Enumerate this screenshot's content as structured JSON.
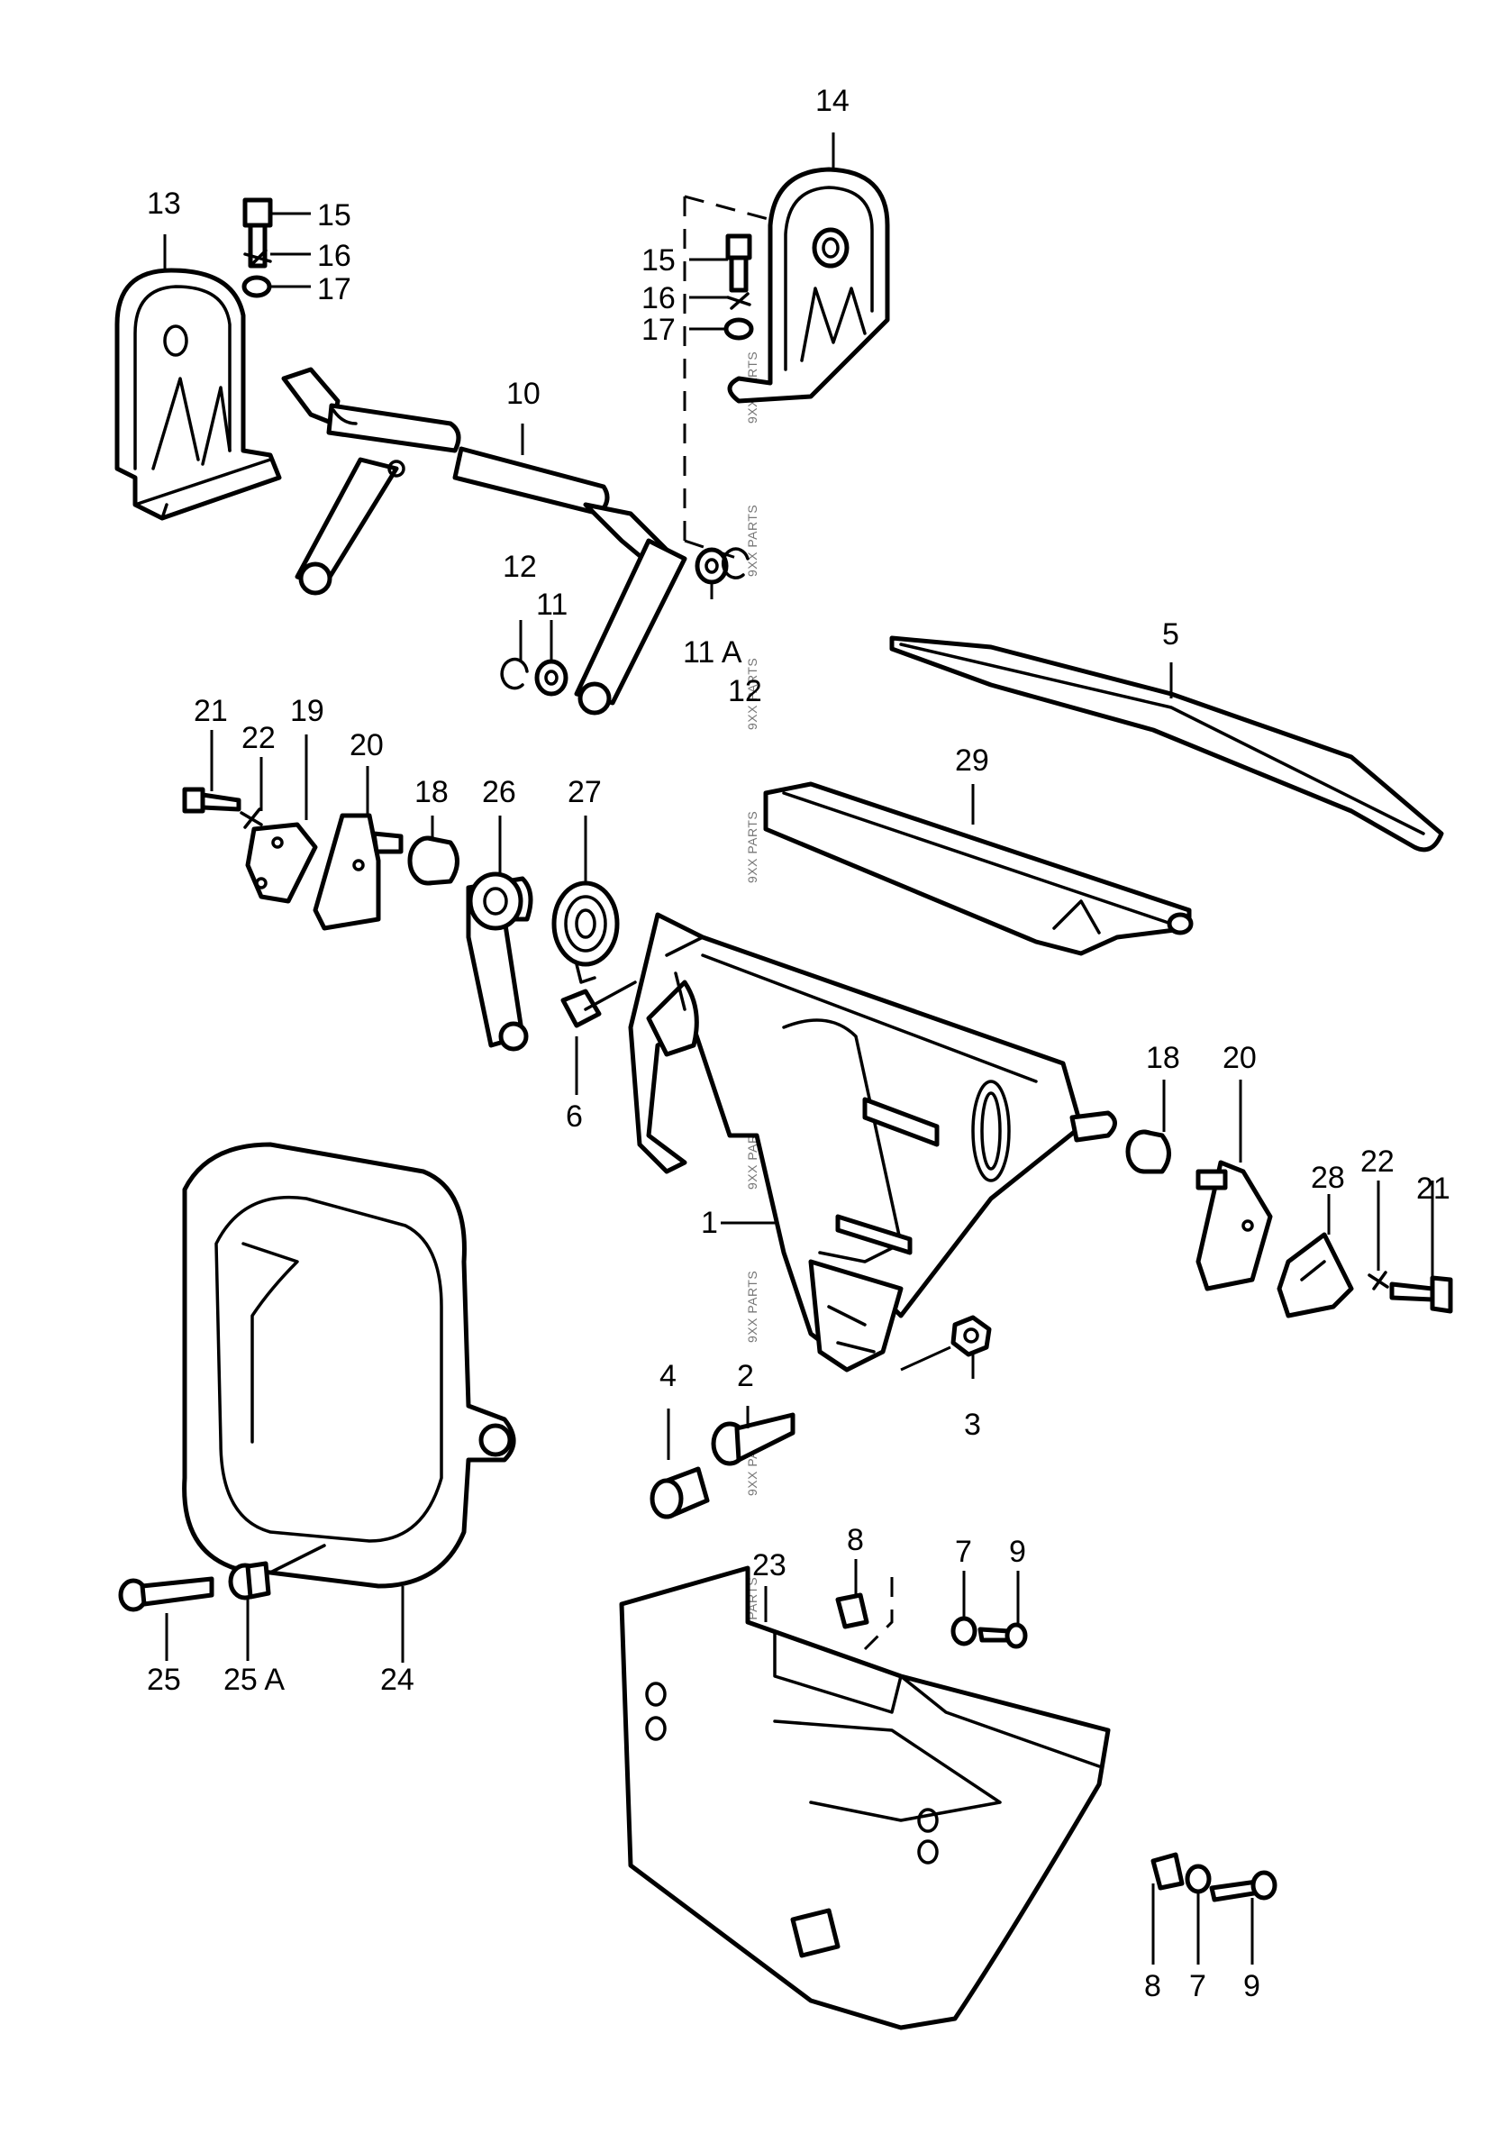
{
  "watermark": "9XX PARTS",
  "callouts": [
    {
      "id": "c1",
      "text": "1"
    },
    {
      "id": "c2",
      "text": "2"
    },
    {
      "id": "c3",
      "text": "3"
    },
    {
      "id": "c4",
      "text": "4"
    },
    {
      "id": "c5",
      "text": "5"
    },
    {
      "id": "c6",
      "text": "6"
    },
    {
      "id": "c7a",
      "text": "7"
    },
    {
      "id": "c7b",
      "text": "7"
    },
    {
      "id": "c8a",
      "text": "8"
    },
    {
      "id": "c8b",
      "text": "8"
    },
    {
      "id": "c9a",
      "text": "9"
    },
    {
      "id": "c9b",
      "text": "9"
    },
    {
      "id": "c10",
      "text": "10"
    },
    {
      "id": "c11",
      "text": "11"
    },
    {
      "id": "c11a",
      "text": "11 A"
    },
    {
      "id": "c12a",
      "text": "12"
    },
    {
      "id": "c12b",
      "text": "12"
    },
    {
      "id": "c13",
      "text": "13"
    },
    {
      "id": "c14",
      "text": "14"
    },
    {
      "id": "c15a",
      "text": "15"
    },
    {
      "id": "c15b",
      "text": "15"
    },
    {
      "id": "c16a",
      "text": "16"
    },
    {
      "id": "c16b",
      "text": "16"
    },
    {
      "id": "c17a",
      "text": "17"
    },
    {
      "id": "c17b",
      "text": "17"
    },
    {
      "id": "c18a",
      "text": "18"
    },
    {
      "id": "c18b",
      "text": "18"
    },
    {
      "id": "c19",
      "text": "19"
    },
    {
      "id": "c20a",
      "text": "20"
    },
    {
      "id": "c20b",
      "text": "20"
    },
    {
      "id": "c21a",
      "text": "21"
    },
    {
      "id": "c21b",
      "text": "21"
    },
    {
      "id": "c22a",
      "text": "22"
    },
    {
      "id": "c22b",
      "text": "22"
    },
    {
      "id": "c23",
      "text": "23"
    },
    {
      "id": "c24",
      "text": "24"
    },
    {
      "id": "c25",
      "text": "25"
    },
    {
      "id": "c25a",
      "text": "25 A"
    },
    {
      "id": "c26",
      "text": "26"
    },
    {
      "id": "c27",
      "text": "27"
    },
    {
      "id": "c28",
      "text": "28"
    },
    {
      "id": "c29",
      "text": "29"
    }
  ]
}
